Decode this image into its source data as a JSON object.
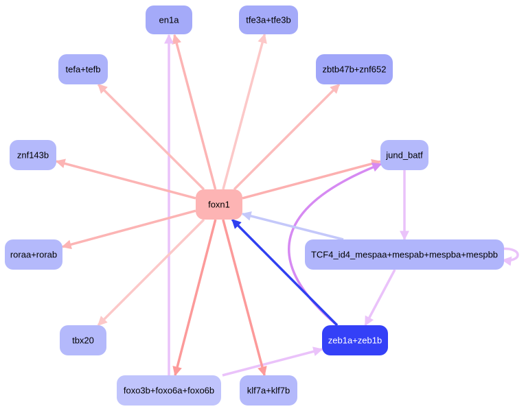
{
  "diagram": {
    "type": "directed-graph",
    "colors": {
      "activation_strong": "#fc9a9a",
      "activation_mid": "#fcb4b4",
      "activation_light": "#fcc8c8",
      "self_loop_light": "#eac2fa",
      "magenta_strong": "#d68af2",
      "repression_strong": "#3040f0",
      "repression_light": "#c4c8fa"
    },
    "nodes": [
      {
        "id": "en1a",
        "label": "en1a",
        "fill": "#a4aaf9",
        "text": "#000000"
      },
      {
        "id": "tfe3a_tfe3b",
        "label": "tfe3a+tfe3b",
        "fill": "#a4aaf9",
        "text": "#000000"
      },
      {
        "id": "tefa_tefb",
        "label": "tefa+tefb",
        "fill": "#acb2fa",
        "text": "#000000"
      },
      {
        "id": "zbtb47b_znf652",
        "label": "zbtb47b+znf652",
        "fill": "#a0a6f9",
        "text": "#000000"
      },
      {
        "id": "znf143b",
        "label": "znf143b",
        "fill": "#b4b9fb",
        "text": "#000000"
      },
      {
        "id": "jund_batf",
        "label": "jund_batf",
        "fill": "#b4b9fb",
        "text": "#000000"
      },
      {
        "id": "foxn1",
        "label": "foxn1",
        "fill": "#fdb4b4",
        "text": "#000000"
      },
      {
        "id": "roraa_rorab",
        "label": "roraa+rorab",
        "fill": "#b4b9fb",
        "text": "#000000"
      },
      {
        "id": "tcf4",
        "label": "TCF4_id4_mespaa+mespab+mespba+mespbb",
        "fill": "#b0b5fb",
        "text": "#000000"
      },
      {
        "id": "tbx20",
        "label": "tbx20",
        "fill": "#b4b9fb",
        "text": "#000000"
      },
      {
        "id": "zeb1a_zeb1b",
        "label": "zeb1a+zeb1b",
        "fill": "#3440f7",
        "text": "#ffffff"
      },
      {
        "id": "foxo",
        "label": "foxo3b+foxo6a+foxo6b",
        "fill": "#c0c4fc",
        "text": "#000000"
      },
      {
        "id": "klf7a_klf7b",
        "label": "klf7a+klf7b",
        "fill": "#b4b9fb",
        "text": "#000000"
      }
    ],
    "edges": [
      {
        "from": "foxn1",
        "to": "en1a",
        "color": "#fcb4b4"
      },
      {
        "from": "foxo",
        "to": "en1a",
        "color": "#eac2fa"
      },
      {
        "from": "foxn1",
        "to": "tfe3a_tfe3b",
        "color": "#fcc8c8"
      },
      {
        "from": "foxn1",
        "to": "tefa_tefb",
        "color": "#fcbcbc"
      },
      {
        "from": "foxn1",
        "to": "zbtb47b_znf652",
        "color": "#fcbcbc"
      },
      {
        "from": "foxn1",
        "to": "znf143b",
        "color": "#fcb4b4"
      },
      {
        "from": "foxn1",
        "to": "jund_batf",
        "color": "#fcb0b0"
      },
      {
        "from": "zeb1a_zeb1b",
        "to": "jund_batf",
        "color": "#d68af2",
        "curved": true
      },
      {
        "from": "foxn1",
        "to": "roraa_rorab",
        "color": "#fcb4b4"
      },
      {
        "from": "jund_batf",
        "to": "tcf4",
        "color": "#eac2fa"
      },
      {
        "from": "tcf4",
        "to": "tcf4",
        "color": "#eac2fa",
        "self_loop": true
      },
      {
        "from": "tcf4",
        "to": "foxn1",
        "color": "#c4c8fa"
      },
      {
        "from": "zeb1a_zeb1b",
        "to": "foxn1",
        "color": "#3040f0"
      },
      {
        "from": "foxn1",
        "to": "tbx20",
        "color": "#fcc8c8"
      },
      {
        "from": "tcf4",
        "to": "zeb1a_zeb1b",
        "color": "#eac2fa"
      },
      {
        "from": "foxn1",
        "to": "foxo",
        "color": "#fc9a9a"
      },
      {
        "from": "foxo",
        "to": "zeb1a_zeb1b",
        "color": "#eac2fa"
      },
      {
        "from": "foxn1",
        "to": "klf7a_klf7b",
        "color": "#fc9a9a"
      }
    ]
  }
}
